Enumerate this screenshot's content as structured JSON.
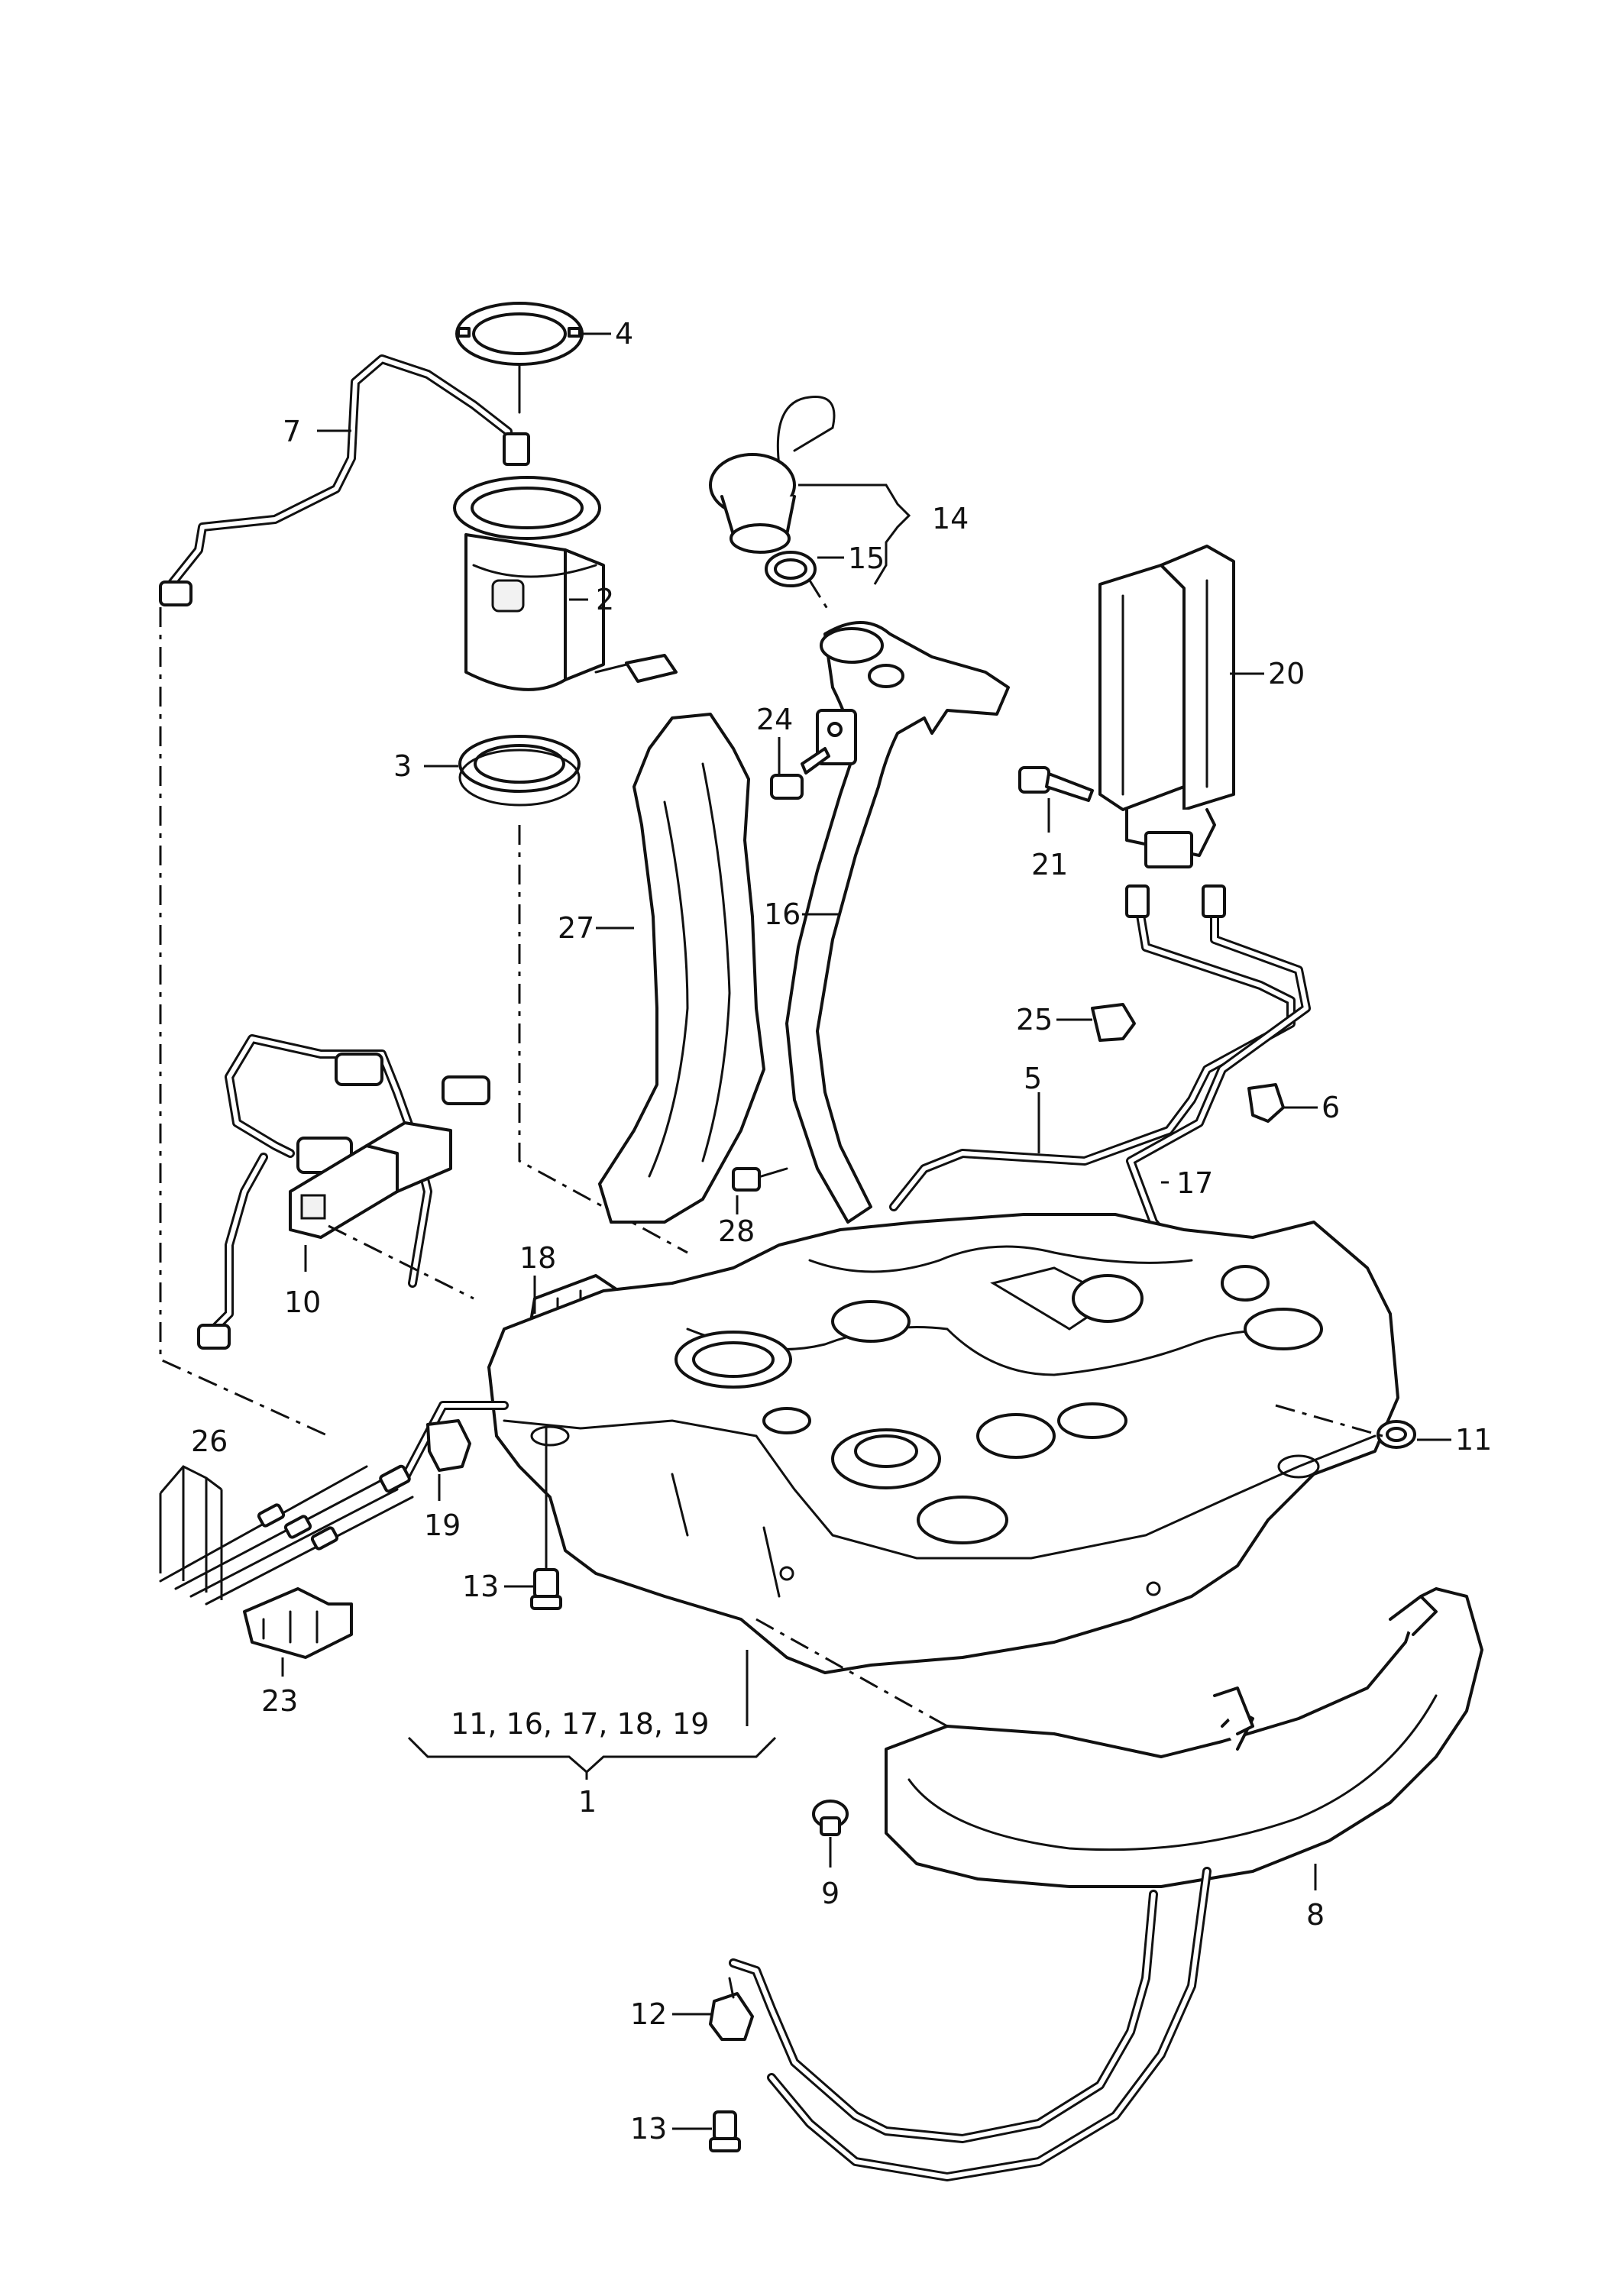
{
  "diagram": {
    "callouts": {
      "c1": "1",
      "c2": "2",
      "c3": "3",
      "c4": "4",
      "c5": "5",
      "c6": "6",
      "c7": "7",
      "c8": "8",
      "c9": "9",
      "c10": "10",
      "c11a": "11",
      "c12": "12",
      "c13a": "13",
      "c13b": "13",
      "c14": "14",
      "c15": "15",
      "c16": "16",
      "c17": "17",
      "c18": "18",
      "c19": "19",
      "c20": "20",
      "c21": "21",
      "c23": "23",
      "c24": "24",
      "c25": "25",
      "c26": "26",
      "c27": "27",
      "c28": "28",
      "group1": "11, 16, 17, 18, 19"
    }
  }
}
